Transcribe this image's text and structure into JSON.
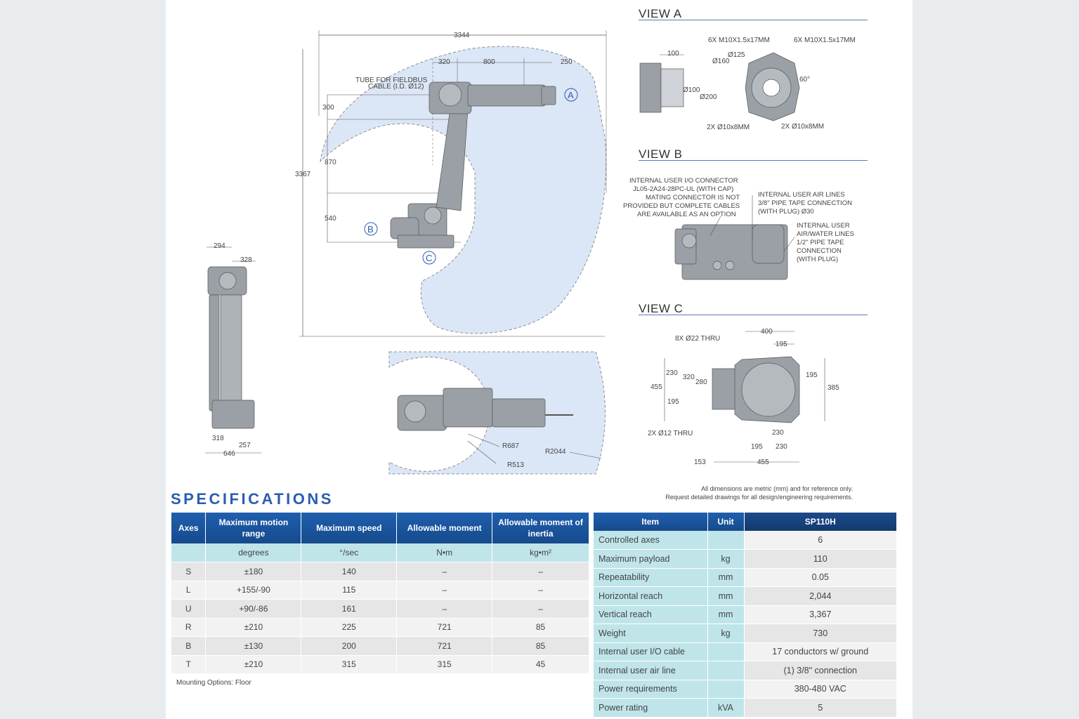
{
  "drawings": {
    "main_side": {
      "dims": {
        "total_width": "3344",
        "d320": "320",
        "d800": "800",
        "d250": "250",
        "h300": "300",
        "h870": "870",
        "h540": "540",
        "total_height": "3367"
      },
      "tube_label_1": "TUBE FOR FIELDBUS",
      "tube_label_2": "CABLE (I.D. Ø12)",
      "callout_a": "A",
      "callout_b": "B",
      "callout_c": "C"
    },
    "front": {
      "dims": {
        "d294": "294",
        "d328": "328",
        "d318": "318",
        "d257": "257",
        "d646": "646"
      }
    },
    "top": {
      "dims": {
        "r687": "R687",
        "r513": "R513",
        "r2044": "R2044"
      }
    },
    "view_a": {
      "title": "VIEW A",
      "labels": {
        "m10_left": "6X M10X1.5x17MM",
        "m10_right": "6X M10X1.5x17MM",
        "d125": "Ø125",
        "d160": "Ø160",
        "d100_dim": "100",
        "d100": "Ø100",
        "d200": "Ø200",
        "angle": "60°",
        "pin_left": "2X Ø10x8MM",
        "pin_right": "2X Ø10x8MM"
      }
    },
    "view_b": {
      "title": "VIEW B",
      "io_note": [
        "INTERNAL USER I/O CONNECTOR",
        "JL05-2A24-28PC-UL (WITH CAP)",
        "MATING CONNECTOR IS NOT",
        "PROVIDED BUT COMPLETE CABLES",
        "ARE AVAILABLE AS AN OPTION"
      ],
      "air_note": [
        "INTERNAL USER AIR LINES",
        "3/8\" PIPE TAPE CONNECTION",
        "(WITH PLUG) Ø30"
      ],
      "water_note": [
        "INTERNAL USER",
        "AIR/WATER LINES",
        "1/2\" PIPE TAPE",
        "CONNECTION",
        "(WITH PLUG)"
      ]
    },
    "view_c": {
      "title": "VIEW C",
      "labels": {
        "thru8": "8X Ø22 THRU",
        "thru2": "2X Ø12 THRU",
        "d400": "400",
        "d195a": "195",
        "d195b": "195",
        "d385": "385",
        "d230a": "230",
        "d320": "320",
        "d280": "280",
        "d455a": "455",
        "d195c": "195",
        "d230b": "230",
        "d195d": "195",
        "d230c": "230",
        "d153": "153",
        "d455b": "455"
      }
    }
  },
  "disclaimer": [
    "All dimensions are metric (mm) and for reference only.",
    "Request detailed drawings for all design/engineering requirements."
  ],
  "spec_title": "SPECIFICATIONS",
  "axes_table": {
    "headers": [
      "Axes",
      "Maximum motion range",
      "Maximum speed",
      "Allowable moment",
      "Allowable moment of inertia"
    ],
    "units": [
      "",
      "degrees",
      "°/sec",
      "N•m",
      "kg•m²"
    ],
    "rows": [
      [
        "S",
        "±180",
        "140",
        "–",
        "–"
      ],
      [
        "L",
        "+155/-90",
        "115",
        "–",
        "–"
      ],
      [
        "U",
        "+90/-86",
        "161",
        "–",
        "–"
      ],
      [
        "R",
        "±210",
        "225",
        "721",
        "85"
      ],
      [
        "B",
        "±130",
        "200",
        "721",
        "85"
      ],
      [
        "T",
        "±210",
        "315",
        "315",
        "45"
      ]
    ],
    "note": "Mounting Options: Floor"
  },
  "item_table": {
    "headers": [
      "Item",
      "Unit",
      "SP110H"
    ],
    "rows": [
      [
        "Controlled axes",
        "",
        "6"
      ],
      [
        "Maximum payload",
        "kg",
        "110"
      ],
      [
        "Repeatability",
        "mm",
        "0.05"
      ],
      [
        "Horizontal reach",
        "mm",
        "2,044"
      ],
      [
        "Vertical reach",
        "mm",
        "3,367"
      ],
      [
        "Weight",
        "kg",
        "730"
      ],
      [
        "Internal user I/O cable",
        "",
        "17 conductors w/ ground"
      ],
      [
        "Internal user air line",
        "",
        "(1) 3/8\" connection"
      ],
      [
        "Power requirements",
        "",
        "380-480 VAC"
      ],
      [
        "Power rating",
        "kVA",
        "5"
      ]
    ]
  }
}
